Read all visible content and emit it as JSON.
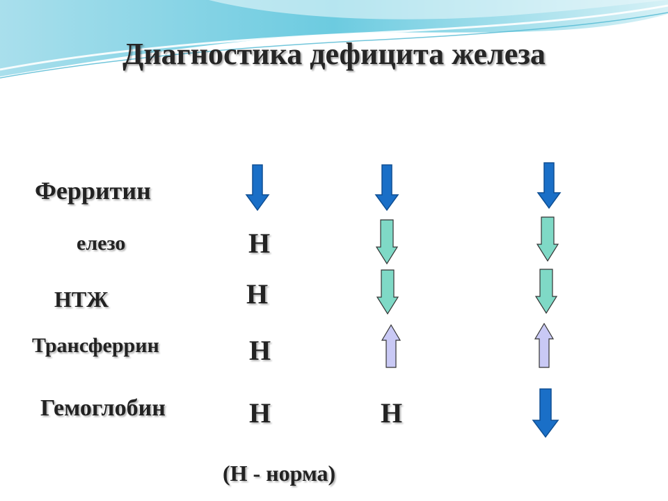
{
  "slide": {
    "title": "Диагностика дефицита железа",
    "legend": "(Н - норма)",
    "colors": {
      "bold_down_arrow": "#1a6fc7",
      "light_down_arrow": "#7fd9c6",
      "light_up_arrow": "#c9c9f5",
      "wave_light": "#bfe8f0",
      "wave_mid": "#5fc3d8"
    },
    "rows": [
      {
        "label": "Ферритин",
        "cells": [
          "arrow-down-bold",
          "arrow-down-bold",
          "arrow-down-bold"
        ]
      },
      {
        "label": "елезо",
        "cells": [
          "Н",
          "arrow-down-light",
          "arrow-down-light"
        ]
      },
      {
        "label": "НТЖ",
        "cells": [
          "Н",
          "arrow-down-light",
          "arrow-down-light"
        ]
      },
      {
        "label": "Трансферрин",
        "cells": [
          "Н",
          "arrow-up-light",
          "arrow-up-light"
        ]
      },
      {
        "label": "Гемоглобин",
        "cells": [
          "Н",
          "Н",
          "arrow-down-bold"
        ]
      }
    ]
  }
}
